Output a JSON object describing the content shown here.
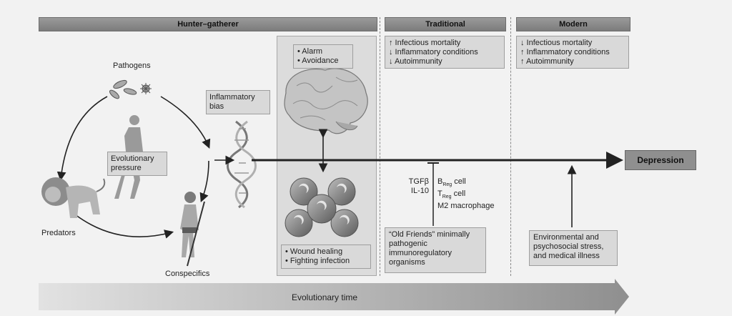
{
  "headers": {
    "hunter_gatherer": "Hunter–gatherer",
    "traditional": "Traditional",
    "modern": "Modern"
  },
  "cycle": {
    "pathogens": "Pathogens",
    "predators": "Predators",
    "conspecifics": "Conspecifics",
    "evolutionary_pressure": [
      "Evolutionary",
      "pressure"
    ]
  },
  "inflammatory_bias": [
    "Inflammatory",
    "bias"
  ],
  "brain_box": [
    "• Alarm",
    "• Avoidance"
  ],
  "cells_box": [
    "• Wound healing",
    "• Fighting infection"
  ],
  "traditional_list": [
    "↑ Infectious mortality",
    "↓ Inflammatory conditions",
    "↓ Autoimmunity"
  ],
  "modern_list": [
    "↓ Infectious mortality",
    "↑ Inflammatory conditions",
    "↑ Autoimmunity"
  ],
  "regulators": {
    "left": [
      "TGFβ",
      "IL-10"
    ],
    "breg_prefix": "B",
    "breg_sub": "Reg",
    "breg_suffix": " cell",
    "treg_prefix": "T",
    "treg_sub": "Reg",
    "treg_suffix": " cell",
    "m2": "M2 macrophage"
  },
  "old_friends": [
    "“Old Friends” minimally",
    "pathogenic",
    "immunoregulatory",
    "organisms"
  ],
  "environment": [
    "Environmental and",
    "psychosocial stress,",
    "and medical illness"
  ],
  "outcome": "Depression",
  "time_axis": "Evolutionary time",
  "colors": {
    "header": "#8a8a8a",
    "box": "#d9d9d9",
    "arrow": "#222222",
    "timebar": "#9b9b9b"
  }
}
